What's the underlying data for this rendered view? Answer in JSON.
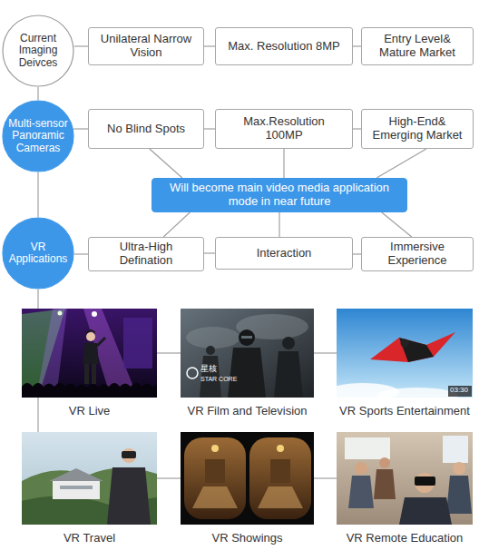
{
  "diagram": {
    "nodes": [
      {
        "text": [
          "Current Imaging Deivces"
        ]
      },
      {
        "text": [
          "Unilateral Narrow Vision"
        ]
      },
      {
        "text": [
          "Max. Resolution 8MP"
        ]
      },
      {
        "text": [
          "Entry Level& Mature Market"
        ]
      },
      {
        "text": [
          "Multi-sensor Panoramic Cameras"
        ]
      },
      {
        "text": [
          "No Blind Spots"
        ]
      },
      {
        "text": [
          "Max.Resolution 100MP"
        ]
      },
      {
        "text": [
          "High-End& Emerging Market"
        ]
      },
      {
        "text": [
          "Will become main video media application mode in near future"
        ]
      },
      {
        "text": [
          "VR Applications"
        ]
      },
      {
        "text": [
          "Ultra-High Defination"
        ]
      },
      {
        "text": [
          "Interaction"
        ]
      },
      {
        "text": [
          "Immersive Experience"
        ]
      },
      {
        "text": [
          "VR Live"
        ]
      },
      {
        "text": [
          "VR Film and Television"
        ]
      },
      {
        "text": [
          "VR Sports Entertainment"
        ]
      },
      {
        "text": [
          "VR Travel"
        ]
      },
      {
        "text": [
          "VR Showings"
        ]
      },
      {
        "text": [
          "VR Remote Education"
        ]
      }
    ],
    "edges": [
      {
        "from": 0,
        "to": 1,
        "arrow": "none"
      },
      {
        "from": 1,
        "to": 2,
        "arrow": "none"
      },
      {
        "from": 2,
        "to": 3,
        "arrow": "none"
      },
      {
        "from": 0,
        "to": 4,
        "arrow": "none"
      },
      {
        "from": 4,
        "to": 5,
        "arrow": "none"
      },
      {
        "from": 5,
        "to": 6,
        "arrow": "none"
      },
      {
        "from": 6,
        "to": 7,
        "arrow": "none"
      },
      {
        "from": 4,
        "to": 9,
        "arrow": "none"
      },
      {
        "from": 5,
        "to": 8,
        "arrow": "none"
      },
      {
        "from": 6,
        "to": 8,
        "arrow": "none"
      },
      {
        "from": 7,
        "to": 8,
        "arrow": "none"
      },
      {
        "from": 8,
        "to": 10,
        "arrow": "none"
      },
      {
        "from": 8,
        "to": 11,
        "arrow": "none"
      },
      {
        "from": 8,
        "to": 12,
        "arrow": "none"
      },
      {
        "from": 9,
        "to": 10,
        "arrow": "none"
      },
      {
        "from": 10,
        "to": 11,
        "arrow": "none"
      },
      {
        "from": 11,
        "to": 12,
        "arrow": "none"
      },
      {
        "from": 9,
        "to": 13,
        "arrow": "none"
      },
      {
        "from": 13,
        "to": 14,
        "arrow": "none"
      },
      {
        "from": 14,
        "to": 15,
        "arrow": "none"
      },
      {
        "from": 13,
        "to": 16,
        "arrow": "none"
      },
      {
        "from": 16,
        "to": 17,
        "arrow": "none"
      },
      {
        "from": 17,
        "to": 18,
        "arrow": "none"
      }
    ],
    "labels": [
      "星核",
      "STAR CORE",
      "03:30"
    ]
  }
}
